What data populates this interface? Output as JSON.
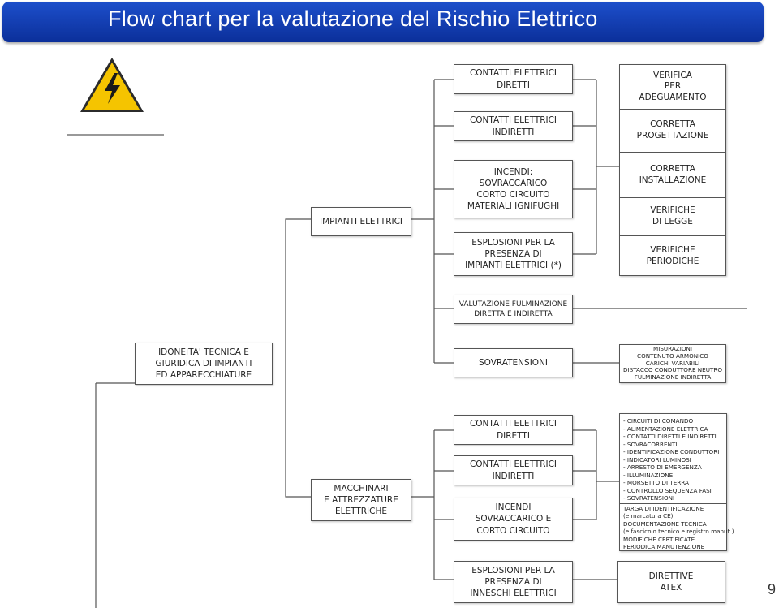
{
  "title": "Flow chart per la valutazione del Rischio Elettrico",
  "page_number": "9",
  "boxes": {
    "contatti_diretti_1": "CONTATTI ELETTRICI\nDIRETTI",
    "contatti_indiretti_1": "CONTATTI ELETTRICI\nINDIRETTI",
    "incendi_1": "INCENDI:\nSOVRACCARICO\nCORTO CIRCUITO\nMATERIALI IGNIFUGHI",
    "esplosioni_1": "ESPLOSIONI PER LA\nPRESENZA DI\nIMPIANTI ELETTRICI (*)",
    "impianti_elettrici": "IMPIANTI ELETTRICI",
    "fulminazione": "VALUTAZIONE FULMINAZIONE\nDIRETTA E INDIRETTA",
    "idoneita": "IDONEITA' TECNICA E\nGIURIDICA DI IMPIANTI\nED APPARECCHIATURE",
    "sovratensioni": "SOVRATENSIONI",
    "misurazioni": "MISURAZIONI\nCONTENUTO ARMONICO\nCARICHI VARIABILI\nDISTACCO CONDUTTORE NEUTRO\nFULMINAZIONE INDIRETTA",
    "contatti_diretti_2": "CONTATTI ELETTRICI\nDIRETTI",
    "contatti_indiretti_2": "CONTATTI ELETTRICI\nINDIRETTI",
    "incendi_2": "INCENDI\nSOVRACCARICO E\nCORTO CIRCUITO",
    "macchinari": "MACCHINARI\nE ATTREZZATURE\nELETTRICHE",
    "esplosioni_2": "ESPLOSIONI PER LA\nPRESENZA DI\nINNESCHI ELETTRICI",
    "direttive_atex": "DIRETTIVE\nATEX"
  },
  "verifica_stack": [
    "VERIFICA\nPER\nADEGUAMENTO",
    "CORRETTA\nPROGETTAZIONE",
    "CORRETTA\nINSTALLAZIONE",
    "VERIFICHE\nDI LEGGE",
    "VERIFICHE\nPERIODICHE"
  ],
  "checklist": [
    "- CIRCUITI DI COMANDO",
    "- ALIMENTAZIONE ELETTRICA",
    "- CONTATTI DIRETTI E INDIRETTI",
    "- SOVRACORRENTI",
    "- IDENTIFICAZIONE CONDUTTORI",
    "- INDICATORI LUMINOSI",
    "- ARRESTO DI EMERGENZA",
    "- ILLUMINAZIONE",
    "- MORSETTO DI TERRA",
    "- CONTROLLO SEQUENZA FASI",
    "- SOVRATENSIONI"
  ],
  "checklist_extra": [
    "TARGA DI IDENTIFICAZIONE",
    "(e marcatura CE)",
    "DOCUMENTAZIONE TECNICA",
    "(e fascicolo tecnico e registro manut.)",
    "MODIFICHE CERTIFICATE",
    "PERIODICA MANUTENZIONE"
  ],
  "colors": {
    "title_bar": "#1d4fcb",
    "warning_yellow": "#f5c400",
    "lines": "#555555"
  },
  "icons": [
    "warning-electric-icon"
  ]
}
